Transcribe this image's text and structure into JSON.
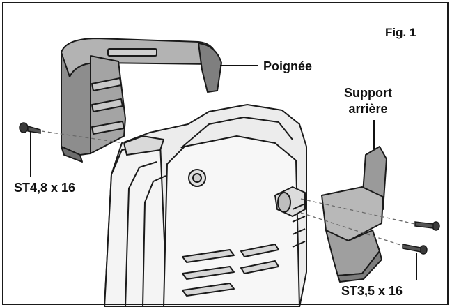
{
  "figure": {
    "fig_label": "Fig. 1",
    "labels": {
      "handle": "Poignée",
      "rear_support_line1": "Support",
      "rear_support_line2": "arrière",
      "screw_left": "ST4,8 x 16",
      "screw_right": "ST3,5 x 16"
    }
  },
  "colors": {
    "outline": "#1a1a1a",
    "part_light": "#e9e9e9",
    "part_dark": "#8c8c8c",
    "part_mid": "#b5b5b5"
  }
}
